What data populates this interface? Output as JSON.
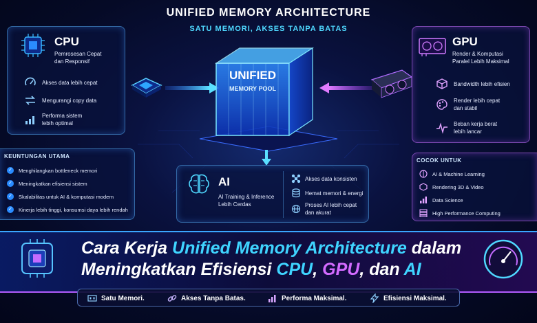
{
  "header": {
    "title": "UNIFIED MEMORY ARCHITECTURE",
    "subtitle": "SATU MEMORI, AKSES TANPA BATAS"
  },
  "cpu": {
    "title": "CPU",
    "desc": [
      "Pemrosesan Cepat",
      "dan Responsif"
    ],
    "features": [
      {
        "icon": "speedometer-icon",
        "lines": [
          "Akses data lebih cepat"
        ]
      },
      {
        "icon": "swap-arrows-icon",
        "lines": [
          "Mengurangi copy data"
        ]
      },
      {
        "icon": "bar-chart-icon",
        "lines": [
          "Performa sistem",
          "lebih optimal"
        ]
      }
    ]
  },
  "gpu": {
    "title": "GPU",
    "desc": [
      "Render & Komputasi",
      "Paralel Lebih Maksimal"
    ],
    "features": [
      {
        "icon": "cube-icon",
        "lines": [
          "Bandwidth lebih efisien"
        ]
      },
      {
        "icon": "palette-icon",
        "lines": [
          "Render lebih cepat",
          "dan stabil"
        ]
      },
      {
        "icon": "pulse-icon",
        "lines": [
          "Beban kerja berat",
          "lebih lancar"
        ]
      }
    ]
  },
  "pool": {
    "line1": "UNIFIED",
    "line2": "MEMORY POOL"
  },
  "benefits": {
    "heading": "KEUNTUNGAN UTAMA",
    "items": [
      "Menghilangkan bottleneck memori",
      "Meningkatkan efisiensi sistem",
      "Skalabilitas untuk AI & komputasi modern",
      "Kinerja lebih tinggi, konsumsi daya lebih rendah"
    ]
  },
  "ai": {
    "title": "AI",
    "desc": [
      "AI Training & Inference",
      "Lebih Cerdas"
    ],
    "features": [
      {
        "icon": "network-icon",
        "lines": [
          "Akses data konsisten"
        ]
      },
      {
        "icon": "database-icon",
        "lines": [
          "Hemat memori & energi"
        ]
      },
      {
        "icon": "globe-icon",
        "lines": [
          "Proses AI lebih cepat",
          "dan akurat"
        ]
      }
    ]
  },
  "suitable": {
    "heading": "COCOK UNTUK",
    "items": [
      {
        "icon": "brain-icon",
        "label": "AI & Machine Learning"
      },
      {
        "icon": "cube-icon",
        "label": "Rendering 3D & Video"
      },
      {
        "icon": "bar-chart-icon",
        "label": "Data Science"
      },
      {
        "icon": "server-icon",
        "label": "High Performance Computing"
      }
    ]
  },
  "headline": {
    "l1_a": "Cara Kerja ",
    "l1_b": "Unified Memory Architecture",
    "l1_c": " dalam",
    "l2_a": "Meningkatkan Efisiensi ",
    "l2_b": "CPU",
    "l2_c": ", ",
    "l2_d": "GPU",
    "l2_e": ", dan ",
    "l2_f": "AI"
  },
  "footer": [
    {
      "icon": "memory-icon",
      "label": "Satu Memori."
    },
    {
      "icon": "link-icon",
      "label": "Akses Tanpa Batas."
    },
    {
      "icon": "chart-icon",
      "label": "Performa Maksimal."
    },
    {
      "icon": "lightning-icon",
      "label": "Efisiensi Maksimal."
    }
  ],
  "colors": {
    "cyan": "#3fd4ff",
    "purple": "#d36bff",
    "blue": "#2a8cff"
  }
}
